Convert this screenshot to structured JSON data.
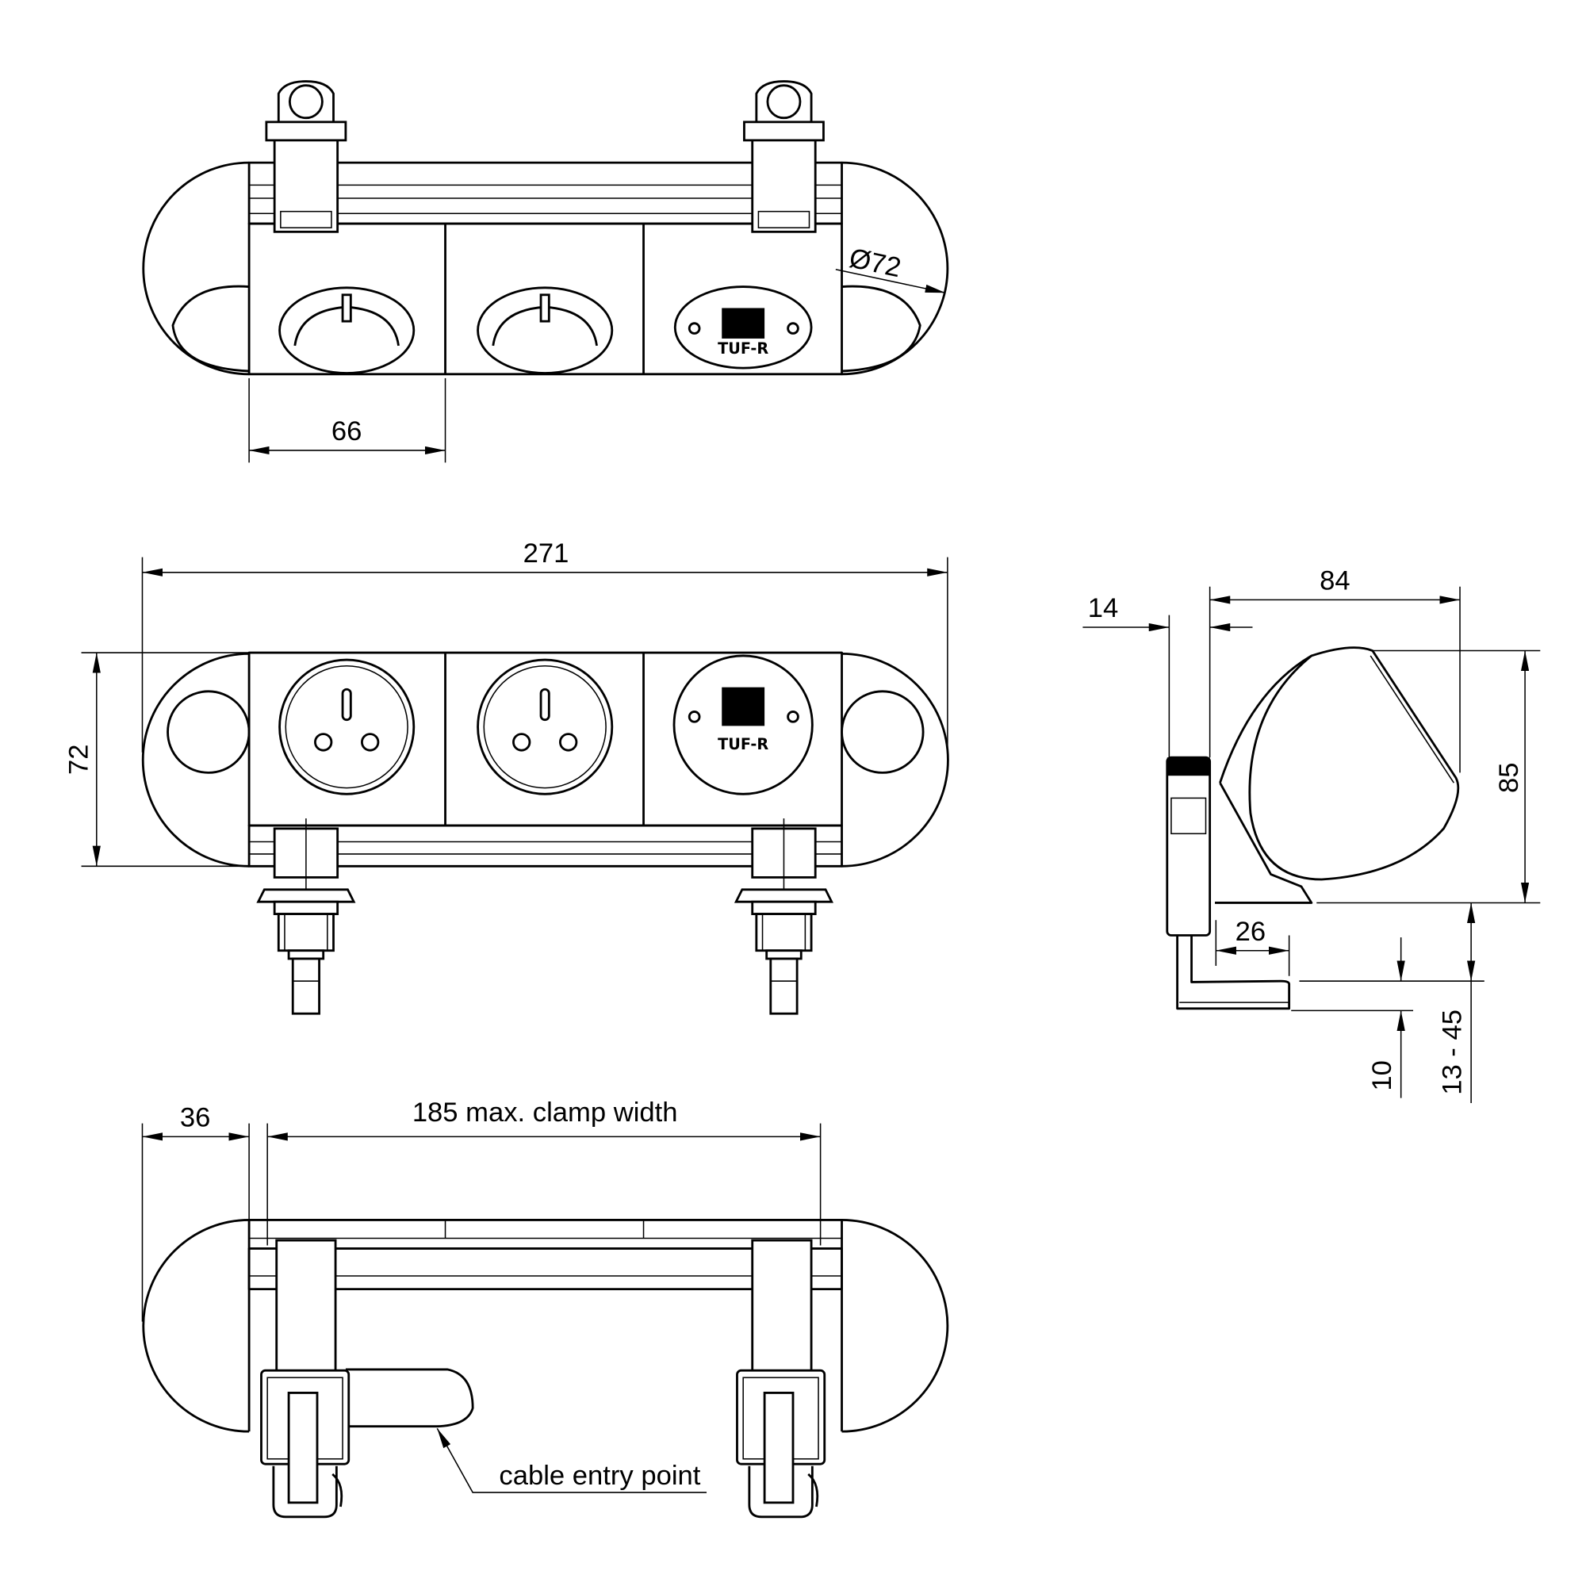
{
  "drawing": {
    "top_view": {
      "dim_module_width": "66",
      "dim_diameter": "Ø72"
    },
    "front_view": {
      "dim_total_length": "271",
      "dim_height": "72"
    },
    "side_view": {
      "dim_depth": "84",
      "dim_offset": "14",
      "dim_height": "85",
      "dim_clamp_depth": "26",
      "dim_clamp_thickness": "10",
      "dim_clamp_range": "13 - 45"
    },
    "bottom_view": {
      "dim_end_cap": "36",
      "dim_clamp_width": "185 max. clamp width",
      "callout_cable_entry": "cable entry point"
    },
    "logo_text": "TUF-R"
  }
}
